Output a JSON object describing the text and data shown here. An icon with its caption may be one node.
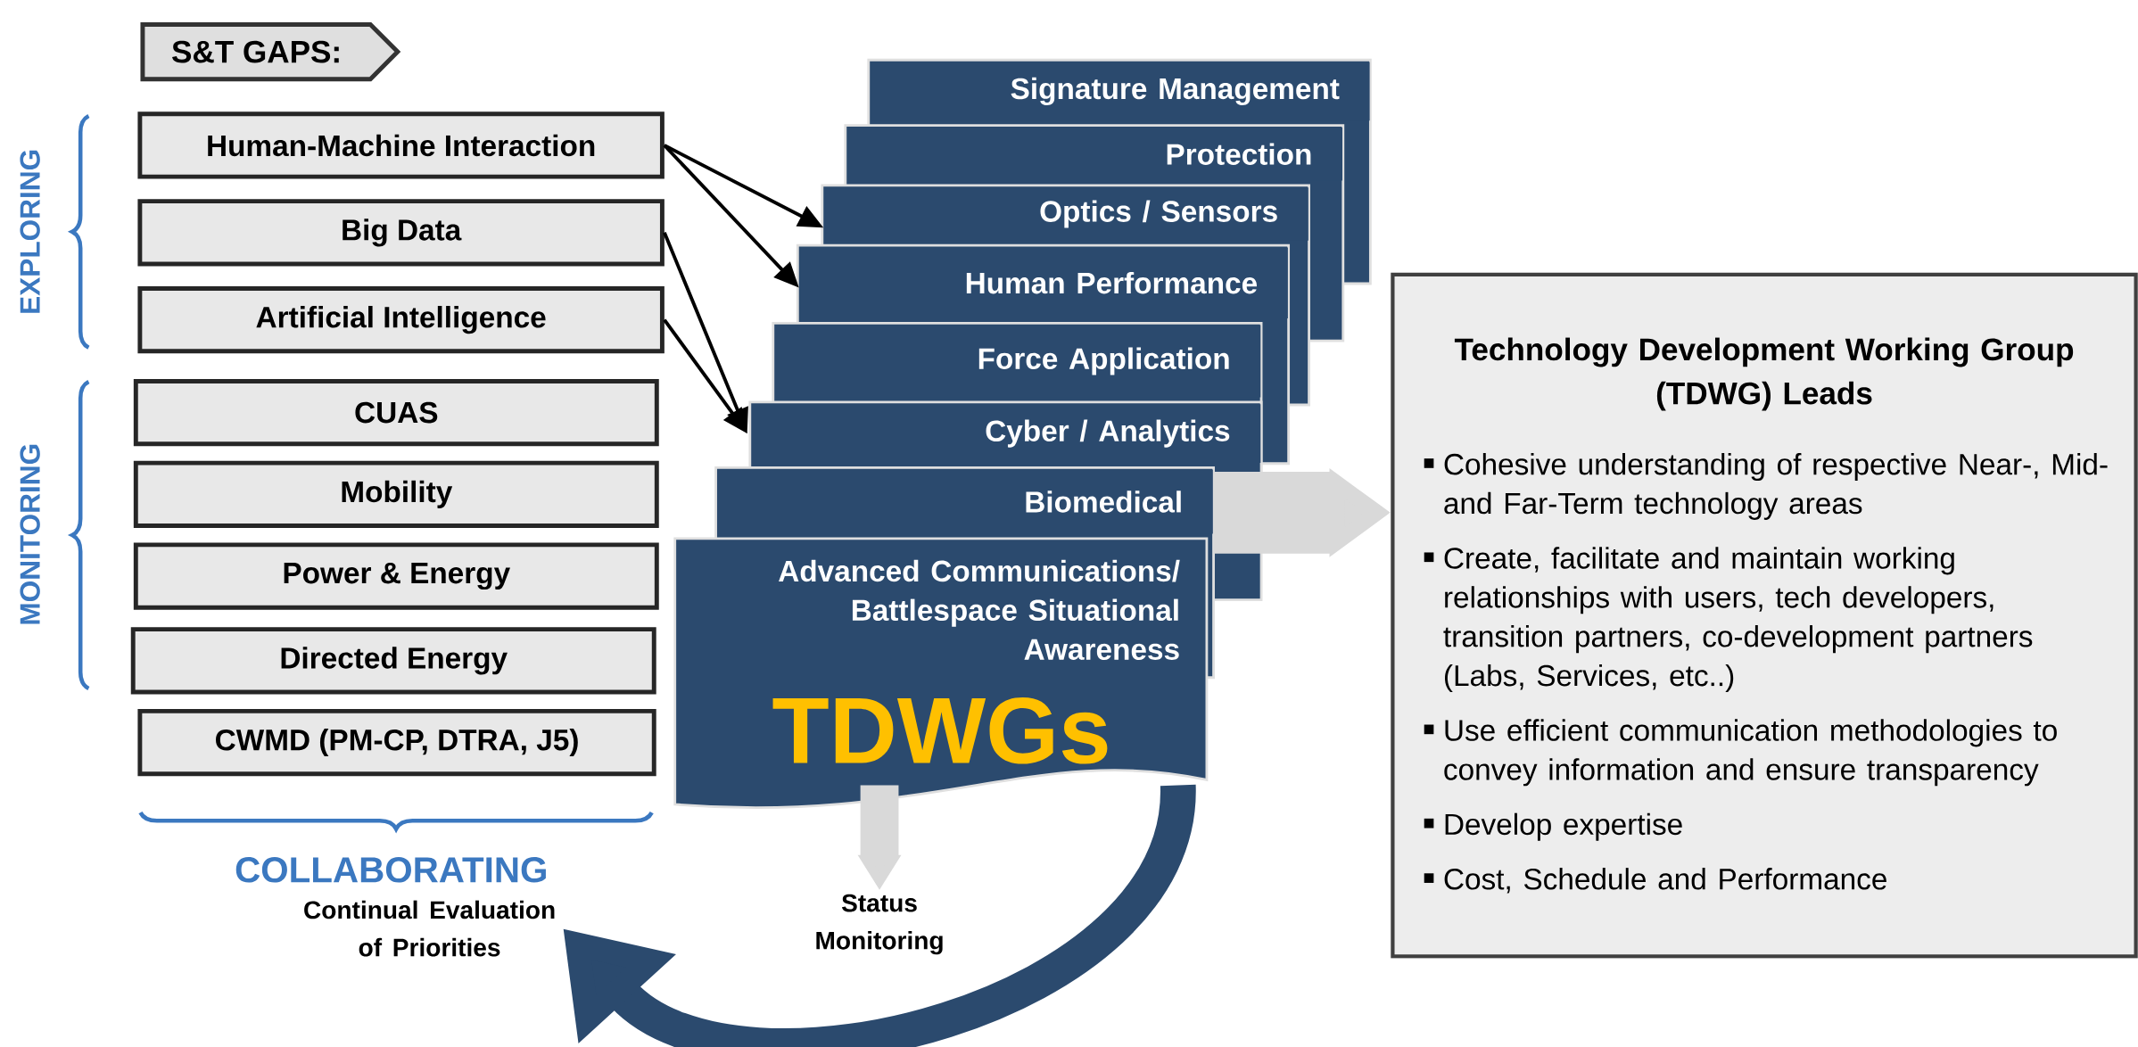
{
  "diagram": {
    "nodes": [
      {
        "text": [
          "S&T GAPS:"
        ]
      },
      {
        "text": [
          "Human-Machine Interaction"
        ]
      },
      {
        "text": [
          "Big Data"
        ]
      },
      {
        "text": [
          "Artificial Intelligence"
        ]
      },
      {
        "text": [
          "CUAS"
        ]
      },
      {
        "text": [
          "Mobility"
        ]
      },
      {
        "text": [
          "Power & Energy"
        ]
      },
      {
        "text": [
          "Directed Energy"
        ]
      },
      {
        "text": [
          "CWMD (PM-CP, DTRA, J5)"
        ]
      },
      {
        "text": [
          "Signature Management"
        ]
      },
      {
        "text": [
          "Protection"
        ]
      },
      {
        "text": [
          "Optics / Sensors"
        ]
      },
      {
        "text": [
          "Human Performance"
        ]
      },
      {
        "text": [
          "Force Application"
        ]
      },
      {
        "text": [
          "Cyber / Analytics"
        ]
      },
      {
        "text": [
          "Biomedical"
        ]
      },
      {
        "text": [
          "Advanced Communications/ Battlespace Situational Awareness",
          "TDWGs"
        ]
      },
      {
        "text": [
          "Technology Development Working Group (TDWG) Leads",
          "Cohesive understanding of respective Near-, Mid- and Far-Term technology areas",
          "Create, facilitate and maintain working relationships with users, tech developers, transition partners, co-development partners (Labs, Services, etc..)",
          "Use efficient communication methodologies to convey information and ensure transparency",
          "Develop expertise",
          "Cost, Schedule and Performance"
        ]
      },
      {
        "text": [
          "Status Monitoring"
        ]
      },
      {
        "text": [
          "Continual Evaluation of Priorities"
        ]
      }
    ],
    "edges": [
      {
        "from": 1,
        "to": 11,
        "arrow": "to"
      },
      {
        "from": 1,
        "to": 12,
        "arrow": "to"
      },
      {
        "from": 2,
        "to": 14,
        "arrow": "to"
      },
      {
        "from": 3,
        "to": 14,
        "arrow": "to"
      },
      {
        "from": 15,
        "to": 17,
        "arrow": "to",
        "style": "thick",
        "color": "#d9d9d9"
      },
      {
        "from": 16,
        "to": 18,
        "arrow": "to",
        "style": "thick",
        "color": "#d9d9d9"
      },
      {
        "from": 16,
        "to": 19,
        "arrow": "to",
        "style": "thick",
        "color": "#2b4a6e"
      }
    ],
    "labels": [
      "EXPLORING",
      "MONITORING",
      "COLLABORATING"
    ]
  }
}
